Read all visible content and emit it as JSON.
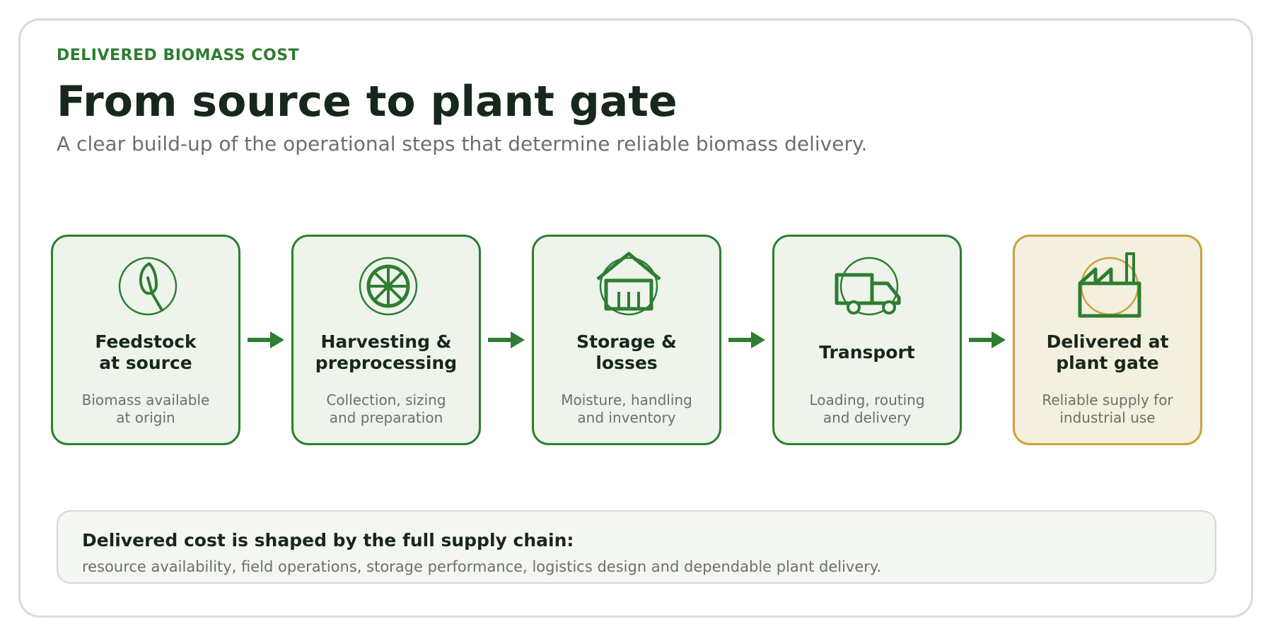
{
  "header": {
    "eyebrow": "DELIVERED BIOMASS COST",
    "title": "From source to plant gate",
    "subtitle": "A clear build-up of the operational steps that determine reliable biomass delivery."
  },
  "steps": [
    {
      "label": "Feedstock\nat source",
      "description": "Biomass available\nat origin",
      "icon": "leaf-icon"
    },
    {
      "label": "Harvesting &\npreprocessing",
      "description": "Collection, sizing\nand preparation",
      "icon": "wheel-icon"
    },
    {
      "label": "Storage &\nlosses",
      "description": "Moisture, handling\nand inventory",
      "icon": "storage-shed-icon"
    },
    {
      "label": "Transport",
      "description": "Loading, routing\nand delivery",
      "icon": "truck-icon"
    },
    {
      "label": "Delivered at\nplant gate",
      "description": "Reliable supply for\nindustrial use",
      "icon": "factory-icon"
    }
  ],
  "summary": {
    "title": "Delivered cost is shaped by the full supply chain:",
    "text": "resource availability, field operations, storage performance, logistics design and dependable plant delivery."
  },
  "colors": {
    "accent": "#2e7d32",
    "final_accent": "#c9a43a",
    "card_bg": "#eef4ec",
    "final_bg": "#f3f0df",
    "heading": "#17271b",
    "muted": "#6d6f6a"
  }
}
